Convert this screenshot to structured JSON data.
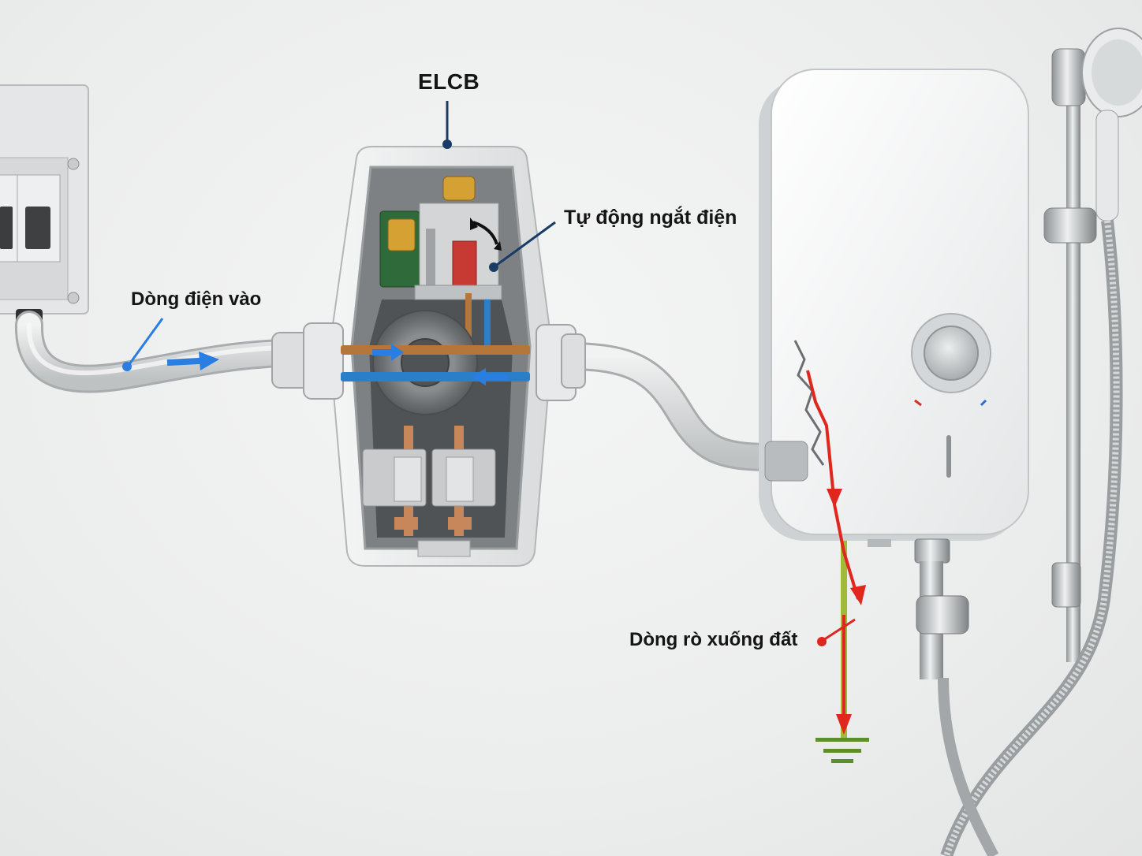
{
  "labels": {
    "elcb": "ELCB",
    "auto_trip": "Tự động ngắt điện",
    "current_in": "Dòng điện vào",
    "leak_to_ground": "Dòng rò xuống đất"
  },
  "colors": {
    "wall": "#ececed",
    "leader_blue": "#1a3b66",
    "flow_blue": "#2a7de1",
    "leak_red": "#e0261d",
    "live_wire": "#b4763a",
    "neutral_wire": "#2b7ec8",
    "ground_wire": "#7fb036",
    "coil_gold": "#d6a133"
  },
  "icons": {
    "flow_arrow": "arrow-right-icon",
    "return_arrow": "arrow-left-icon",
    "trip_arrow": "curved-double-arrow-icon",
    "ground": "ground-symbol-icon"
  }
}
